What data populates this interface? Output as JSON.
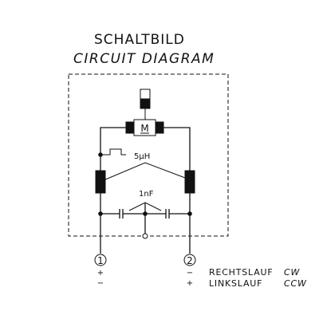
{
  "title": "SCHALTBILD",
  "subtitle": "CIRCUIT DIAGRAM",
  "components": {
    "motor_label": "M",
    "inductor_value": "5µH",
    "capacitor_value": "1nF"
  },
  "terminals": [
    {
      "number": "1",
      "top_sign": "+",
      "bottom_sign": "−"
    },
    {
      "number": "2",
      "top_sign": "−",
      "bottom_sign": "+"
    }
  ],
  "legend": [
    {
      "label": "RECHTSLAUF",
      "abbr": "CW"
    },
    {
      "label": "LINKSLAUF",
      "abbr": "CCW"
    }
  ]
}
